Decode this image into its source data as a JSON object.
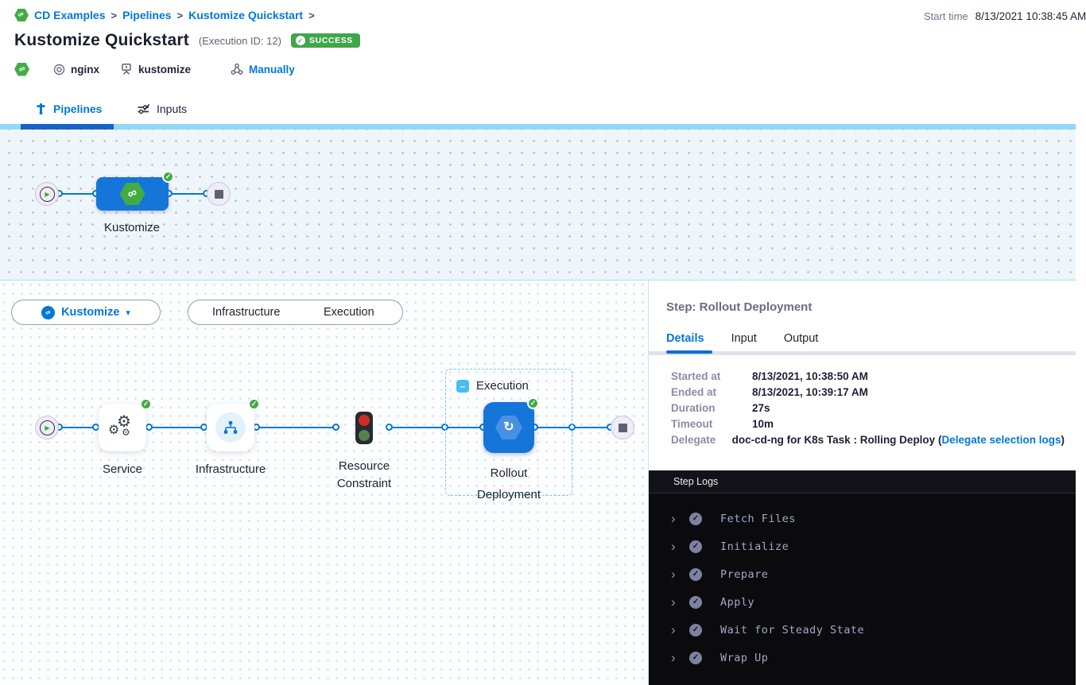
{
  "header": {
    "breadcrumb": {
      "items": [
        "CD Examples",
        "Pipelines",
        "Kustomize Quickstart"
      ],
      "separator": ">"
    },
    "start_time_label": "Start time",
    "start_time_value": "8/13/2021 10:38:45 AM",
    "title": "Kustomize Quickstart",
    "execution_id": "(Execution ID: 12)",
    "status_badge": "SUCCESS",
    "tags": {
      "artifact": "nginx",
      "service": "kustomize",
      "trigger": "Manually"
    }
  },
  "main_tabs": {
    "pipelines": "Pipelines",
    "inputs": "Inputs"
  },
  "stage_graph": {
    "stage_label": "Kustomize"
  },
  "execution_graph": {
    "stage_selector_label": "Kustomize",
    "toggle": {
      "infrastructure": "Infrastructure",
      "execution": "Execution"
    },
    "group_label": "Execution",
    "nodes": {
      "service": "Service",
      "infrastructure": "Infrastructure",
      "resource_constraint_line1": "Resource",
      "resource_constraint_line2": "Constraint",
      "rollout_line1": "Rollout",
      "rollout_line2": "Deployment"
    }
  },
  "step_panel": {
    "title": "Step: Rollout Deployment",
    "tabs": [
      "Details",
      "Input",
      "Output"
    ],
    "details": [
      {
        "label": "Started at",
        "value": "8/13/2021, 10:38:50 AM"
      },
      {
        "label": "Ended at",
        "value": "8/13/2021, 10:39:17 AM"
      },
      {
        "label": "Duration",
        "value": "27s"
      },
      {
        "label": "Timeout",
        "value": "10m"
      },
      {
        "label": "Delegate",
        "value": "doc-cd-ng for K8s Task : Rolling Deploy (",
        "link": "Delegate selection logs",
        "value_suffix": ")"
      }
    ],
    "logs": {
      "header": "Step Logs",
      "items": [
        "Fetch Files",
        "Initialize",
        "Prepare",
        "Apply",
        "Wait for Steady State",
        "Wrap Up"
      ]
    }
  },
  "icons": {
    "chain": "∞",
    "caret_down": "▾",
    "play": "▶",
    "check": "✓",
    "minus": "–",
    "refresh": "↻",
    "gear": "⚙",
    "chevron": "›"
  },
  "colors": {
    "accent_blue": "#0278d5",
    "success_green": "#42ab45",
    "node_blue": "#1675d9",
    "tab_strip_light": "#90d9f7",
    "tab_strip_dark": "#1763cd",
    "log_background": "#0b0b0e"
  }
}
